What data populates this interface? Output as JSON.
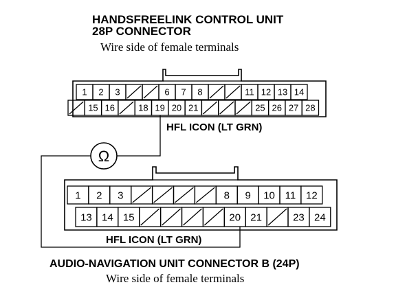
{
  "top_connector": {
    "title_line1": "HANDSFREELINK CONTROL UNIT",
    "title_line2": "28P CONNECTOR",
    "subtitle": "Wire side of female terminals",
    "row1": [
      "1",
      "2",
      "3",
      "",
      "",
      "6",
      "7",
      "8",
      "",
      "",
      "11",
      "12",
      "13",
      "14"
    ],
    "row2": [
      "",
      "15",
      "16",
      "",
      "18",
      "19",
      "20",
      "21",
      "",
      "",
      "",
      "25",
      "26",
      "27",
      "28"
    ],
    "wire_label": "HFL ICON (LT GRN)"
  },
  "bottom_connector": {
    "title": "AUDIO-NAVIGATION UNIT CONNECTOR B (24P)",
    "subtitle": "Wire side of female terminals",
    "row1": [
      "1",
      "2",
      "3",
      "",
      "",
      "",
      "",
      "8",
      "9",
      "10",
      "11",
      "12"
    ],
    "row2": [
      "13",
      "14",
      "15",
      "",
      "",
      "",
      "",
      "20",
      "21",
      "",
      "23",
      "24"
    ],
    "wire_label": "HFL ICON (LT GRN)"
  },
  "meter": {
    "symbol": "Ω",
    "icon": "ohmmeter-icon"
  }
}
